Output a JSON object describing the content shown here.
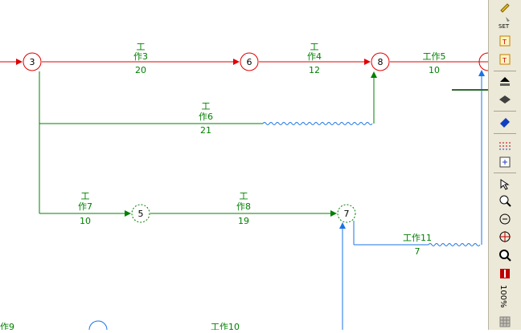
{
  "network": {
    "nodes": [
      {
        "id": "3",
        "label": "3",
        "style": "solid",
        "color": "#e00000"
      },
      {
        "id": "6",
        "label": "6",
        "style": "solid",
        "color": "#e00000"
      },
      {
        "id": "8",
        "label": "8",
        "style": "solid",
        "color": "#e00000"
      },
      {
        "id": "5",
        "label": "5",
        "style": "dashed",
        "color": "#008000"
      },
      {
        "id": "7",
        "label": "7",
        "style": "dashed",
        "color": "#008000"
      }
    ],
    "activities": [
      {
        "name_top": "工",
        "name_bottom": "作3",
        "duration": "20"
      },
      {
        "name_top": "工",
        "name_bottom": "作4",
        "duration": "12"
      },
      {
        "name": "工作5",
        "duration": "10"
      },
      {
        "name_top": "工",
        "name_bottom": "作6",
        "duration": "21"
      },
      {
        "name_top": "工",
        "name_bottom": "作7",
        "duration": "10"
      },
      {
        "name_top": "工",
        "name_bottom": "作8",
        "duration": "19"
      },
      {
        "name": "工作11",
        "duration": "7"
      },
      {
        "name": "工作10"
      },
      {
        "name": "作9"
      }
    ]
  },
  "toolbar": {
    "zoom_label": "100%",
    "buttons": [
      "pencil-icon",
      "set-icon",
      "text-box-icon",
      "text-box-icon-2",
      "arrow-up-layer-icon",
      "wave-layer-icon",
      "eraser-icon",
      "dashed-lines-icon",
      "import-icon",
      "select-pointer-icon",
      "zoom-in-icon",
      "zoom-fit-icon",
      "crosshair-icon",
      "zoom-search-icon",
      "ruler-icon",
      "zoom-percent",
      "scroll-icon"
    ]
  },
  "colors": {
    "critical": "#e00000",
    "normal": "#008000",
    "virtual": "#1a73e8",
    "annotation": "#2e6b2e"
  }
}
